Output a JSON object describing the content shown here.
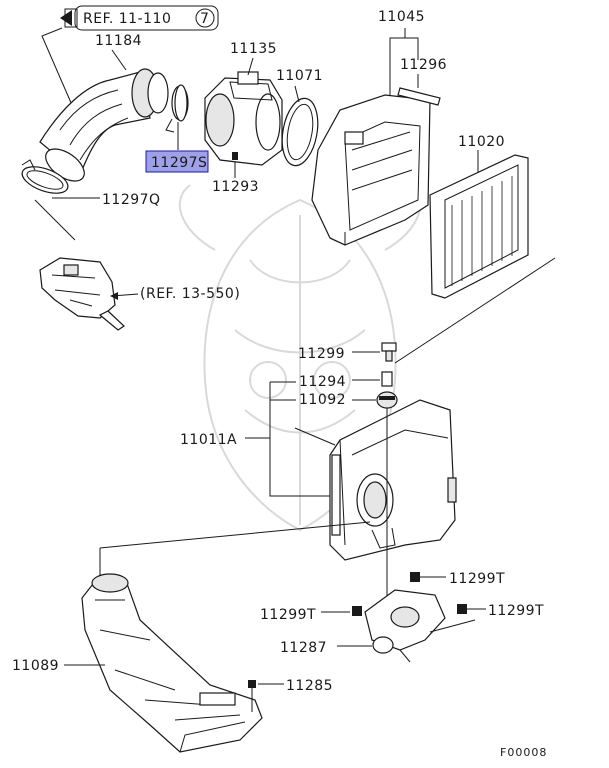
{
  "refs": {
    "ref_intake": "REF. 11-110",
    "ref_intake_num": "7",
    "ref_13": "(REF. 13-550)"
  },
  "labels": {
    "p11184": "11184",
    "p11135": "11135",
    "p11071": "11071",
    "p11045": "11045",
    "p11296": "11296",
    "p11020": "11020",
    "p11297S": "11297S",
    "p11293": "11293",
    "p11297Q": "11297Q",
    "p11299": "11299",
    "p11294": "11294",
    "p11092": "11092",
    "p11011A": "11011A",
    "p11299T_a": "11299T",
    "p11299T_b": "11299T",
    "p11299T_c": "11299T",
    "p11287": "11287",
    "p11089": "11089",
    "p11285": "11285"
  },
  "footer": {
    "code": "F00008"
  },
  "colors": {
    "highlight_fill": "#9ea1e8",
    "highlight_border": "#1a1aa8",
    "ink": "#1a1a1a"
  }
}
